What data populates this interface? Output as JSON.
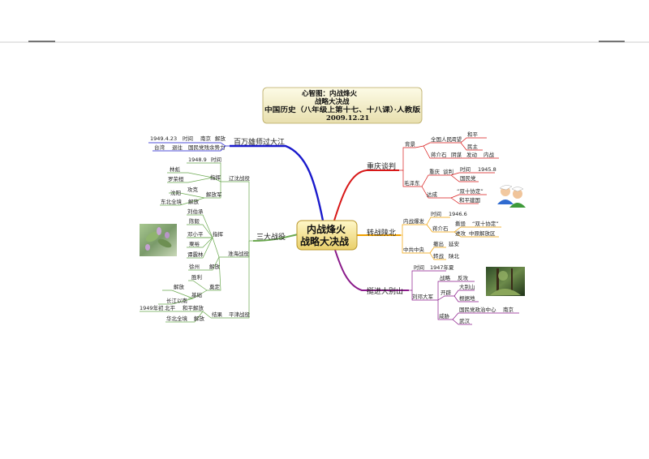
{
  "title_box": {
    "line1": "心智图：内战烽火",
    "line2": "战略大决战",
    "line3": "中国历史（八年级上第十七、十八课）·人教版",
    "line4": "2009.12.21"
  },
  "center": {
    "line1": "内战烽火",
    "line2": "战略大决战"
  },
  "colors": {
    "blue": "#1a1acc",
    "red": "#d81818",
    "orange": "#f0a000",
    "purple": "#8a1a8a",
    "green": "#6aa84f"
  },
  "branches": {
    "crossing": {
      "label": "百万雄师过大江",
      "row1": {
        "date": "1949.4.23",
        "a": "时间",
        "b": "南京",
        "c": "解放"
      },
      "row2": {
        "a": "台湾",
        "b": "退往",
        "c": "国民党残余势力"
      }
    },
    "three": {
      "label": "三大战役",
      "liaoshen": {
        "label": "辽沈战役",
        "time_label": "时间",
        "time": "1948.9",
        "command": "指挥",
        "lin": "林彪",
        "luo": "罗荣桓",
        "jiefang_group": "解放军",
        "gongke": "攻克",
        "shenyang": "沈阳",
        "dongbei": "东北全境",
        "jiefang": "解放"
      },
      "huaihai": {
        "label": "淮海战役",
        "command": "指挥",
        "liu": "刘伯承",
        "chen": "陈毅",
        "deng": "邓小平",
        "su": "粟裕",
        "tan": "谭震林",
        "xuzhou": "徐州",
        "jiefang": "解放"
      },
      "dianding": {
        "label": "奠定",
        "shengli": "胜利",
        "jichu": "基础",
        "jiefang": "解放",
        "changjiang": "长江以南"
      },
      "pingjin": {
        "label": "平津战役",
        "jieguo": "结果",
        "date": "1949年初",
        "beiping": "北平",
        "heping": "和平解放",
        "huabei": "华北全境",
        "jiefang": "解放"
      }
    },
    "chongqing": {
      "label": "重庆谈判",
      "beijing": "背景",
      "quanguo": "全国人民",
      "kewang": "渴望",
      "heping": "和平",
      "minzhu": "民主",
      "jiang": "蒋介石",
      "yinmou": "阴谋",
      "fadong": "发动",
      "neizhan": "内战",
      "mao": "毛泽东",
      "chongqing": "重庆",
      "tanpan": "谈判",
      "time_label": "时间",
      "time": "1945.8",
      "guomindang": "国民党",
      "dacheng": "达成",
      "xieding": "“双十协定”",
      "heping_jianguo": "和平建国"
    },
    "shanbei": {
      "label": "转战陕北",
      "neizhan": "内战爆发",
      "time_label": "时间",
      "time": "1946.6",
      "jiang": "蒋介石",
      "sihui": "撕毁",
      "xieding": "“双十协定”",
      "jingong": "进攻",
      "zhongyuan": "中原解放区",
      "zhonggong": "中共中央",
      "chehuo": "撤出",
      "yanan": "延安",
      "zhuanzhan": "转战",
      "shanbei": "陕北"
    },
    "dabie": {
      "label": "挺进大别山",
      "time_label": "时间",
      "time": "1947年夏",
      "liudeng": "刘邓大军",
      "zhanlue": "战略",
      "fangong": "反攻",
      "kaipi": "开辟",
      "dabieshan": "大别山",
      "genjudi": "根据地",
      "weixie": "威胁",
      "guomindang_center": "国民党政治中心",
      "nanjing": "南京",
      "wuhan": "武汉"
    }
  }
}
